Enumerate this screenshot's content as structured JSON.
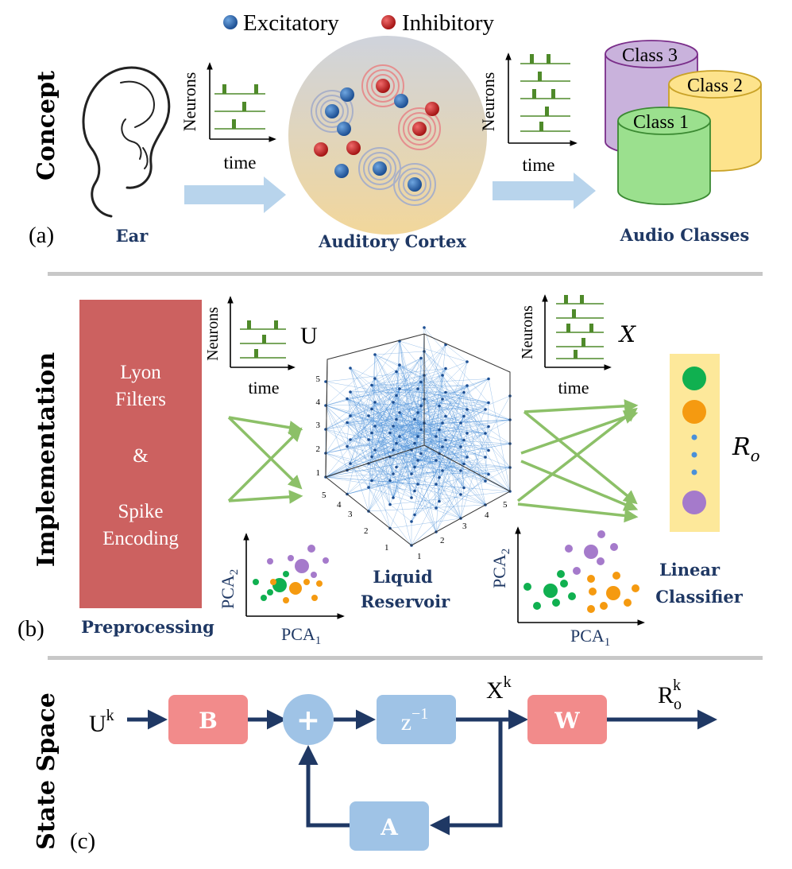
{
  "legend": {
    "excitatory": "Excitatory",
    "inhibitory": "Inhibitory"
  },
  "panel_a": {
    "side_label": "Concept",
    "tag": "(a)",
    "ear_label": "Ear",
    "cortex_label": "Auditory Cortex",
    "classes_label": "Audio Classes",
    "raster_ylabel": "Neurons",
    "raster_xlabel": "time",
    "classes": [
      "Class 3",
      "Class 2",
      "Class 1"
    ]
  },
  "panel_b": {
    "side_label": "Implementation",
    "tag": "(b)",
    "pre_box": {
      "line1": "Lyon",
      "line2": "Filters",
      "amp": "&",
      "line3": "Spike",
      "line4": "Encoding"
    },
    "pre_label": "Preprocessing",
    "raster_ylabel": "Neurons",
    "raster_xlabel": "time",
    "u_symbol": "U",
    "x_symbol": "X",
    "ro_symbol": "R",
    "ro_sub": "o",
    "reservoir_label_1": "Liquid",
    "reservoir_label_2": "Reservoir",
    "classifier_label_1": "Linear",
    "classifier_label_2": "Classifier",
    "pca_x": "PCA",
    "pca_x_sub": "1",
    "pca_y": "PCA",
    "pca_y_sub": "2",
    "cube_ticks": [
      "1",
      "2",
      "3",
      "4",
      "5"
    ]
  },
  "panel_c": {
    "side_label": "State Space",
    "tag": "(c)",
    "input": "U",
    "input_sup": "k",
    "state": "X",
    "state_sup": "k",
    "output": "R",
    "output_sub": "o",
    "output_sup": "k",
    "block_b": "B",
    "block_z": "z",
    "block_z_sup": "−1",
    "block_w": "W",
    "block_a": "A",
    "sum_sign": "+"
  },
  "colors": {
    "excitatory": "#2e6fb5",
    "inhibitory": "#d42a2a",
    "spike": "#4f8a2a",
    "arrow_light": "#b8d4ec",
    "green_arrow": "#8cc068",
    "navy": "#1f3864",
    "pre_box": "#cc6160",
    "block_red": "#f28b8b",
    "block_blue": "#9fc3e6",
    "divider": "#c8c8c8",
    "class1": "#9be08e",
    "class2": "#fde38c",
    "class3": "#c9b2dc",
    "reservoir_edges": "#4a90d9",
    "classifier_bg": "#fde89a"
  }
}
